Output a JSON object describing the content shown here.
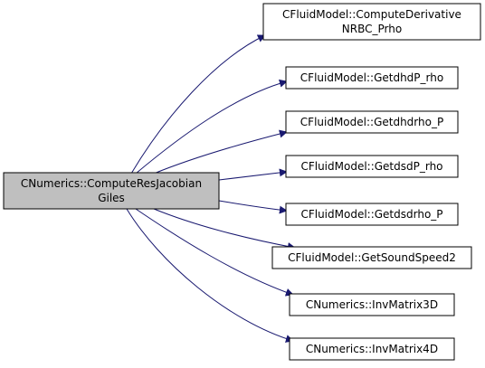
{
  "colors": {
    "source_fill": "#bfbfbf",
    "node_fill": "#ffffff",
    "node_stroke": "#000000",
    "edge": "#191970"
  },
  "source": {
    "lines": [
      "CNumerics::ComputeResJacobian",
      "Giles"
    ]
  },
  "targets": [
    {
      "lines": [
        "CFluidModel::ComputeDerivative",
        "NRBC_Prho"
      ]
    },
    {
      "lines": [
        "CFluidModel::GetdhdP_rho"
      ]
    },
    {
      "lines": [
        "CFluidModel::Getdhdrho_P"
      ]
    },
    {
      "lines": [
        "CFluidModel::GetdsdP_rho"
      ]
    },
    {
      "lines": [
        "CFluidModel::Getdsdrho_P"
      ]
    },
    {
      "lines": [
        "CFluidModel::GetSoundSpeed2"
      ]
    },
    {
      "lines": [
        "CNumerics::InvMatrix3D"
      ]
    },
    {
      "lines": [
        "CNumerics::InvMatrix4D"
      ]
    }
  ]
}
